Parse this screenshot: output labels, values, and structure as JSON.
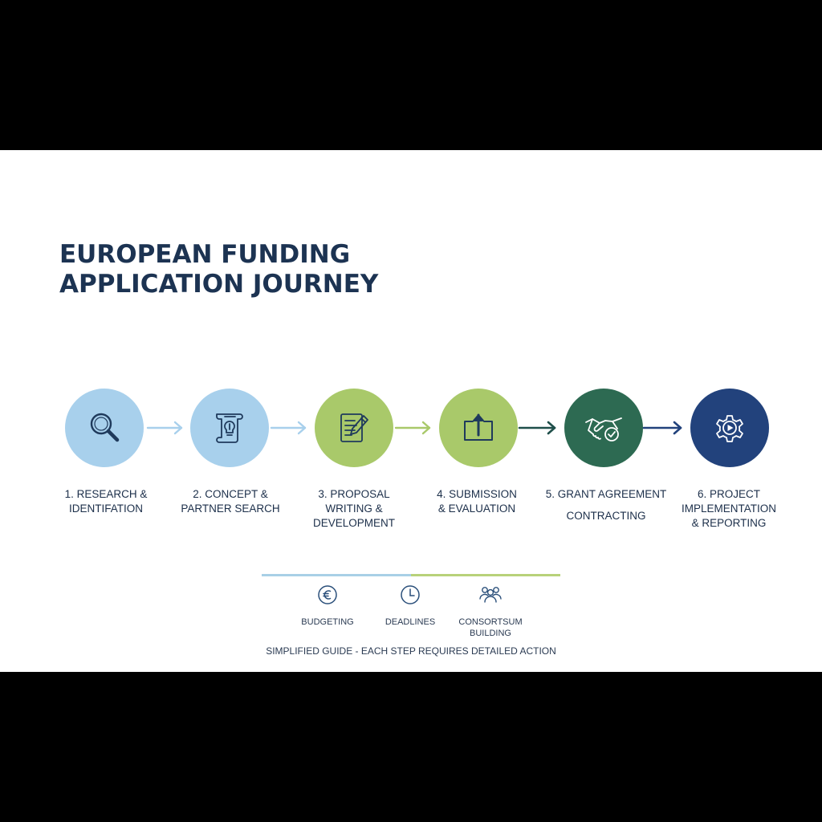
{
  "title": {
    "line1": "EUROPEAN FUNDING",
    "line2": "APPLICATION JOURNEY"
  },
  "steps": [
    {
      "icon": "magnifier-icon",
      "color": "#a8d0ec",
      "lines": [
        "1. RESEARCH &",
        "IDENTIFATION"
      ]
    },
    {
      "icon": "scroll-lightbulb-icon",
      "color": "#a8d0ec",
      "lines": [
        "2. CONCEPT &",
        "PARTNER SEARCH"
      ]
    },
    {
      "icon": "document-pencil-icon",
      "color": "#a9c96a",
      "lines": [
        "3. PROPOSAL",
        "WRITING &",
        "DEVELOPMENT"
      ]
    },
    {
      "icon": "upload-box-icon",
      "color": "#a9c96a",
      "lines": [
        "4. SUBMISSION",
        "& EVALUATION"
      ]
    },
    {
      "icon": "handshake-check-icon",
      "color": "#2d6a52",
      "lines": [
        "5. GRANT AGREEMENT",
        "CONTRACTING"
      ]
    },
    {
      "icon": "gear-play-icon",
      "color": "#22427c",
      "lines": [
        "6. PROJECT",
        "IMPLEMENTATION",
        "& REPORTING"
      ]
    }
  ],
  "legend": [
    {
      "icon": "euro-icon",
      "lines": [
        "BUDGETING"
      ]
    },
    {
      "icon": "clock-icon",
      "lines": [
        "DEADLINES"
      ]
    },
    {
      "icon": "people-icon",
      "lines": [
        "CONSORTSUM",
        "BUILDING"
      ]
    }
  ],
  "footnote": "SIMPLIFIED GUIDE - EACH STEP REQUIRES DETAILED ACTION",
  "colors": {
    "title": "#1c3352",
    "light_blue": "#a8d0ec",
    "light_green": "#a9c96a",
    "dark_green": "#2d6a52",
    "navy": "#22427c"
  }
}
